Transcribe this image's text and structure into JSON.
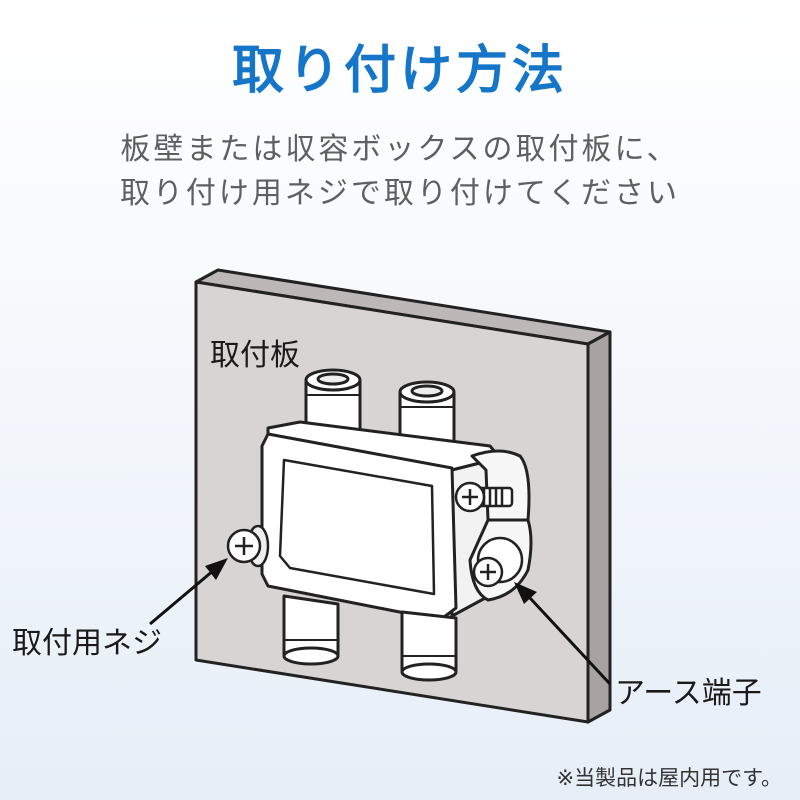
{
  "title": "取り付け方法",
  "subtitle_lines": [
    "板壁または収容ボックスの取付板に、",
    "取り付け用ネジで取り付けてください"
  ],
  "labels": {
    "mounting_plate": "取付板",
    "mounting_screw": "取付用ネジ",
    "earth_terminal": "アース端子"
  },
  "note": "※当製品は屋内用です。",
  "colors": {
    "title": "#1475c9",
    "subtitle": "#5f5f5f",
    "plate_face": "#d8d4d4",
    "plate_edge": "#bdb7b7",
    "device": "#ffffff",
    "outline": "#222222"
  }
}
